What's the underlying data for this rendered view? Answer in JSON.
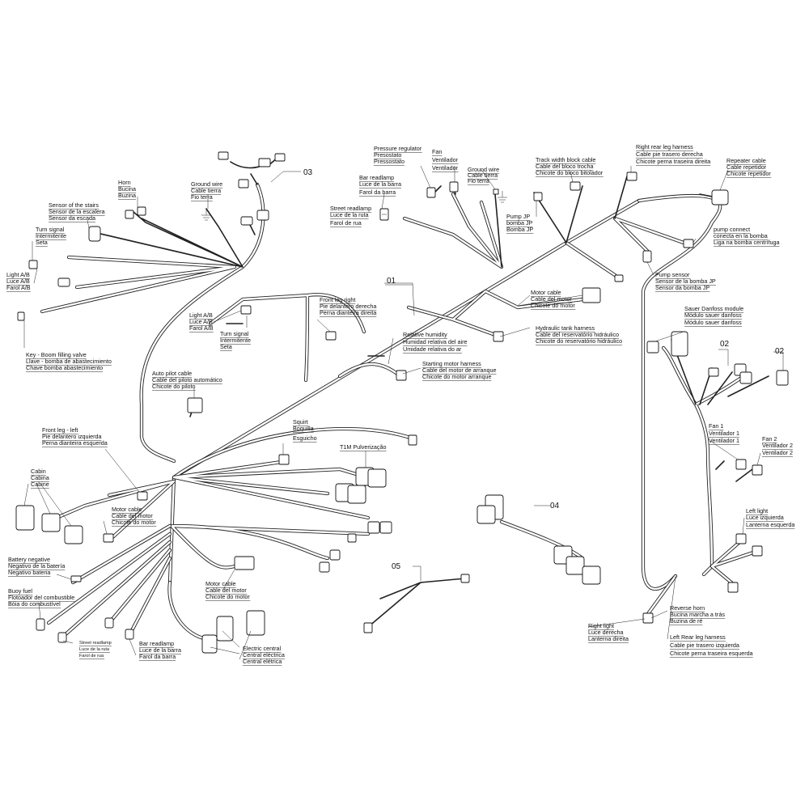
{
  "numbers": {
    "n01": "01",
    "n02a": "02",
    "n02b": "02",
    "n03": "03",
    "n04": "04",
    "n05": "05"
  },
  "labels": {
    "horn": [
      "Horn",
      "Bucina",
      "Buzina"
    ],
    "ground_wire_left": [
      "Ground wire",
      "Cable tierra",
      "Fio terra"
    ],
    "stairs_sensor": [
      "Sensor of the stairs",
      "Sensor de la escalera",
      "Sensor da escada"
    ],
    "turn_signal_left": [
      "Turn signal",
      "Intermitente",
      "Seta"
    ],
    "light_ab_left": [
      "Light A/B",
      "Luce A/B",
      "Farol A/B"
    ],
    "key_boom": [
      "Key - Boom filling valve",
      "Llave - bomba de abastecimiento",
      "Chave bomba abastecimiento"
    ],
    "light_ab_mid": [
      "Light A/B",
      "Luce A/B",
      "Farol A/B"
    ],
    "turn_signal_mid": [
      "Turn signal",
      "Intermitente",
      "Seta"
    ],
    "front_leg_right": [
      "Front leg right",
      "Pie delantero derecha",
      "Perna dianteira direita"
    ],
    "auto_pilot": [
      "Auto pilot cable",
      "Cable del piloto automático",
      "Chicote do piloto"
    ],
    "front_leg_left": [
      "Front leg - left",
      "Pie delantero izquierda",
      "Perna dianteira esquerda"
    ],
    "cabin": [
      "Cabin",
      "Cabina",
      "Cabine"
    ],
    "motor_cable_left": [
      "Motor cable",
      "Cable del motor",
      "Chicote do motor"
    ],
    "battery_negative": [
      "Battery negative",
      "Negativo de la batería",
      "Negativo bateria"
    ],
    "buoy_fuel": [
      "Buoy fuel",
      "Flotoador del combustible",
      "Bóia do combustível"
    ],
    "street_readlamp_small": [
      "Street readlamp",
      "Luce de la ruta",
      "Farol de rua"
    ],
    "bar_readlamp_bottom": [
      "Bar readlamp",
      "Luce de la barra",
      "Farol da barra"
    ],
    "motor_cable_bottom": [
      "Motor cable",
      "Cable del motor",
      "Chicote do motor"
    ],
    "electric_central": [
      "Electric central",
      "Central eléctrica",
      "Central elétrica"
    ],
    "squirt": [
      "Squirt",
      "Boquilla",
      "Esguicho"
    ],
    "t1m": [
      "T1M Pulverização"
    ],
    "pressure_regulator": [
      "Pressure regulator",
      "Presostato",
      "Pressostato"
    ],
    "fan": [
      "Fan",
      "Ventilador",
      "Ventilador"
    ],
    "ground_wire_top": [
      "Ground wire",
      "Cable tierra",
      "Fio terra"
    ],
    "bar_readlamp_top": [
      "Bar readlamp",
      "Luce de la barra",
      "Farol da barra"
    ],
    "street_readlamp_top": [
      "Street readlamp",
      "Luce de la ruta",
      "Farol de rua"
    ],
    "track_width": [
      "Track width block cable",
      "Cable del bloco trocha",
      "Chicote do bloco bitolador"
    ],
    "right_rear_leg": [
      "Right rear leg harness",
      "Cable pie trasero derecha",
      "Chicote perna traseira direita"
    ],
    "repeater": [
      "Repeater cable",
      "Cable repetidor",
      "Chicote repetidor"
    ],
    "pump_jp": [
      "Pump JP",
      "bomba JP",
      "Bomba JP"
    ],
    "pump_connect": [
      "pump connect",
      "conecta en la bomba",
      "Liga na bomba centrífuga"
    ],
    "pump_sensor": [
      "Pump sensor",
      "Sensor de la bomba JP",
      "Sensor da bomba JP"
    ],
    "motor_cable_top": [
      "Motor cable",
      "Cable del motor",
      "Chicote do motor"
    ],
    "hydraulic_tank": [
      "Hydraulic tank harness",
      "Cable del reservatório hidráulico",
      "Chicote do reservatório hidráulico"
    ],
    "relative_humidity": [
      "Relative humidity",
      "Humidad relativa del aire",
      "Umidade relativa do ar"
    ],
    "starting_motor": [
      "Starting motor harness",
      "Cable del motor de arranque",
      "Chicote do motor arranque"
    ],
    "sauer_danfoss": [
      "Sauer Danfoss module",
      "Módulo sauer danfoss",
      "Módulo sauer danfoss"
    ],
    "fan1": [
      "Fan 1",
      "Ventilador 1",
      "Ventilador 1"
    ],
    "fan2": [
      "Fan 2",
      "Ventilador 2",
      "Ventilador 2"
    ],
    "left_light": [
      "Left light",
      "Luce izquierda",
      "Lanterna esquerda"
    ],
    "reverse_horn": [
      "Reverse horn",
      "Bucina marcha a trás",
      "Buzina de ré"
    ],
    "right_light": [
      "Right light",
      "Luce derecha",
      "Lanterna direita"
    ],
    "left_rear_leg": [
      "Left Rear leg harness",
      "Cable pie trasero izquierda",
      "Chicote perna traseira esquerda"
    ]
  }
}
